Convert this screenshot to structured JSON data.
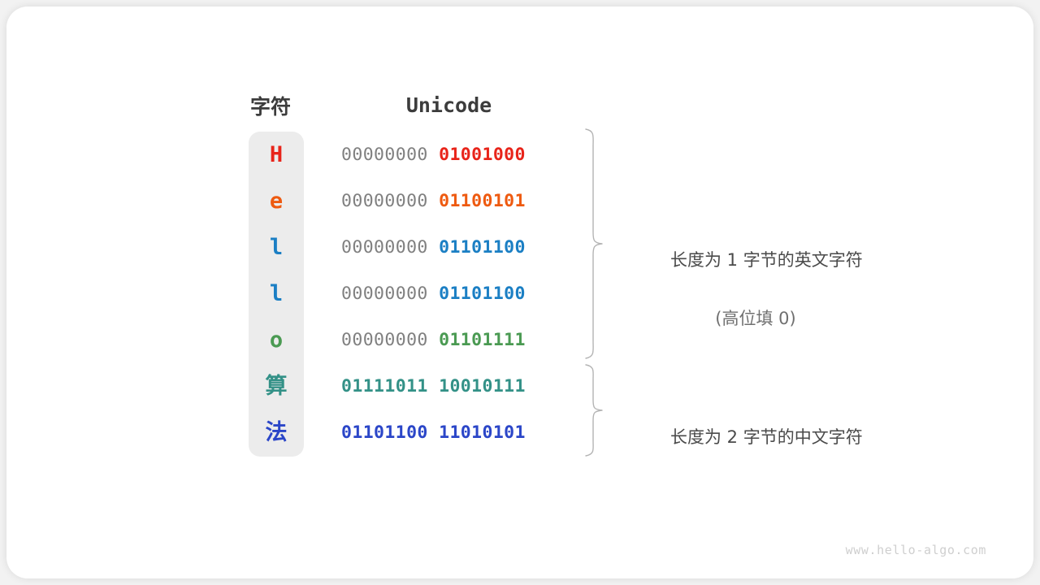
{
  "figure": {
    "background_color": "#f2f2f2",
    "card_color": "#ffffff",
    "pill_color": "#ececec"
  },
  "headers": {
    "char": "字符",
    "code": "Unicode"
  },
  "rows": [
    {
      "char": "H",
      "char_color": "#e8241a",
      "pad": "00000000 ",
      "code": "01001000",
      "code_color": "#e8241a",
      "is_cjk": false
    },
    {
      "char": "e",
      "char_color": "#ee5a10",
      "pad": "00000000 ",
      "code": "01100101",
      "code_color": "#ee5a10",
      "is_cjk": false
    },
    {
      "char": "l",
      "char_color": "#1b7fc4",
      "pad": "00000000 ",
      "code": "01101100",
      "code_color": "#1b7fc4",
      "is_cjk": false
    },
    {
      "char": "l",
      "char_color": "#1b7fc4",
      "pad": "00000000 ",
      "code": "01101100",
      "code_color": "#1b7fc4",
      "is_cjk": false
    },
    {
      "char": "o",
      "char_color": "#4a9a52",
      "pad": "00000000 ",
      "code": "01101111",
      "code_color": "#4a9a52",
      "is_cjk": false
    },
    {
      "char": "算",
      "char_color": "#339187",
      "pad": "",
      "code": "01111011 10010111",
      "code_color": "#339187",
      "is_cjk": true
    },
    {
      "char": "法",
      "char_color": "#2b46c8",
      "pad": "",
      "code": "01101100 11010101",
      "code_color": "#2b46c8",
      "is_cjk": true
    }
  ],
  "pad_color": "#808080",
  "annotations": {
    "note1_main": "长度为 1 字节的英文字符",
    "note1_sub": "(高位填 0)",
    "note2_main": "长度为 2 字节的中文字符"
  },
  "watermark": "www.hello-algo.com"
}
